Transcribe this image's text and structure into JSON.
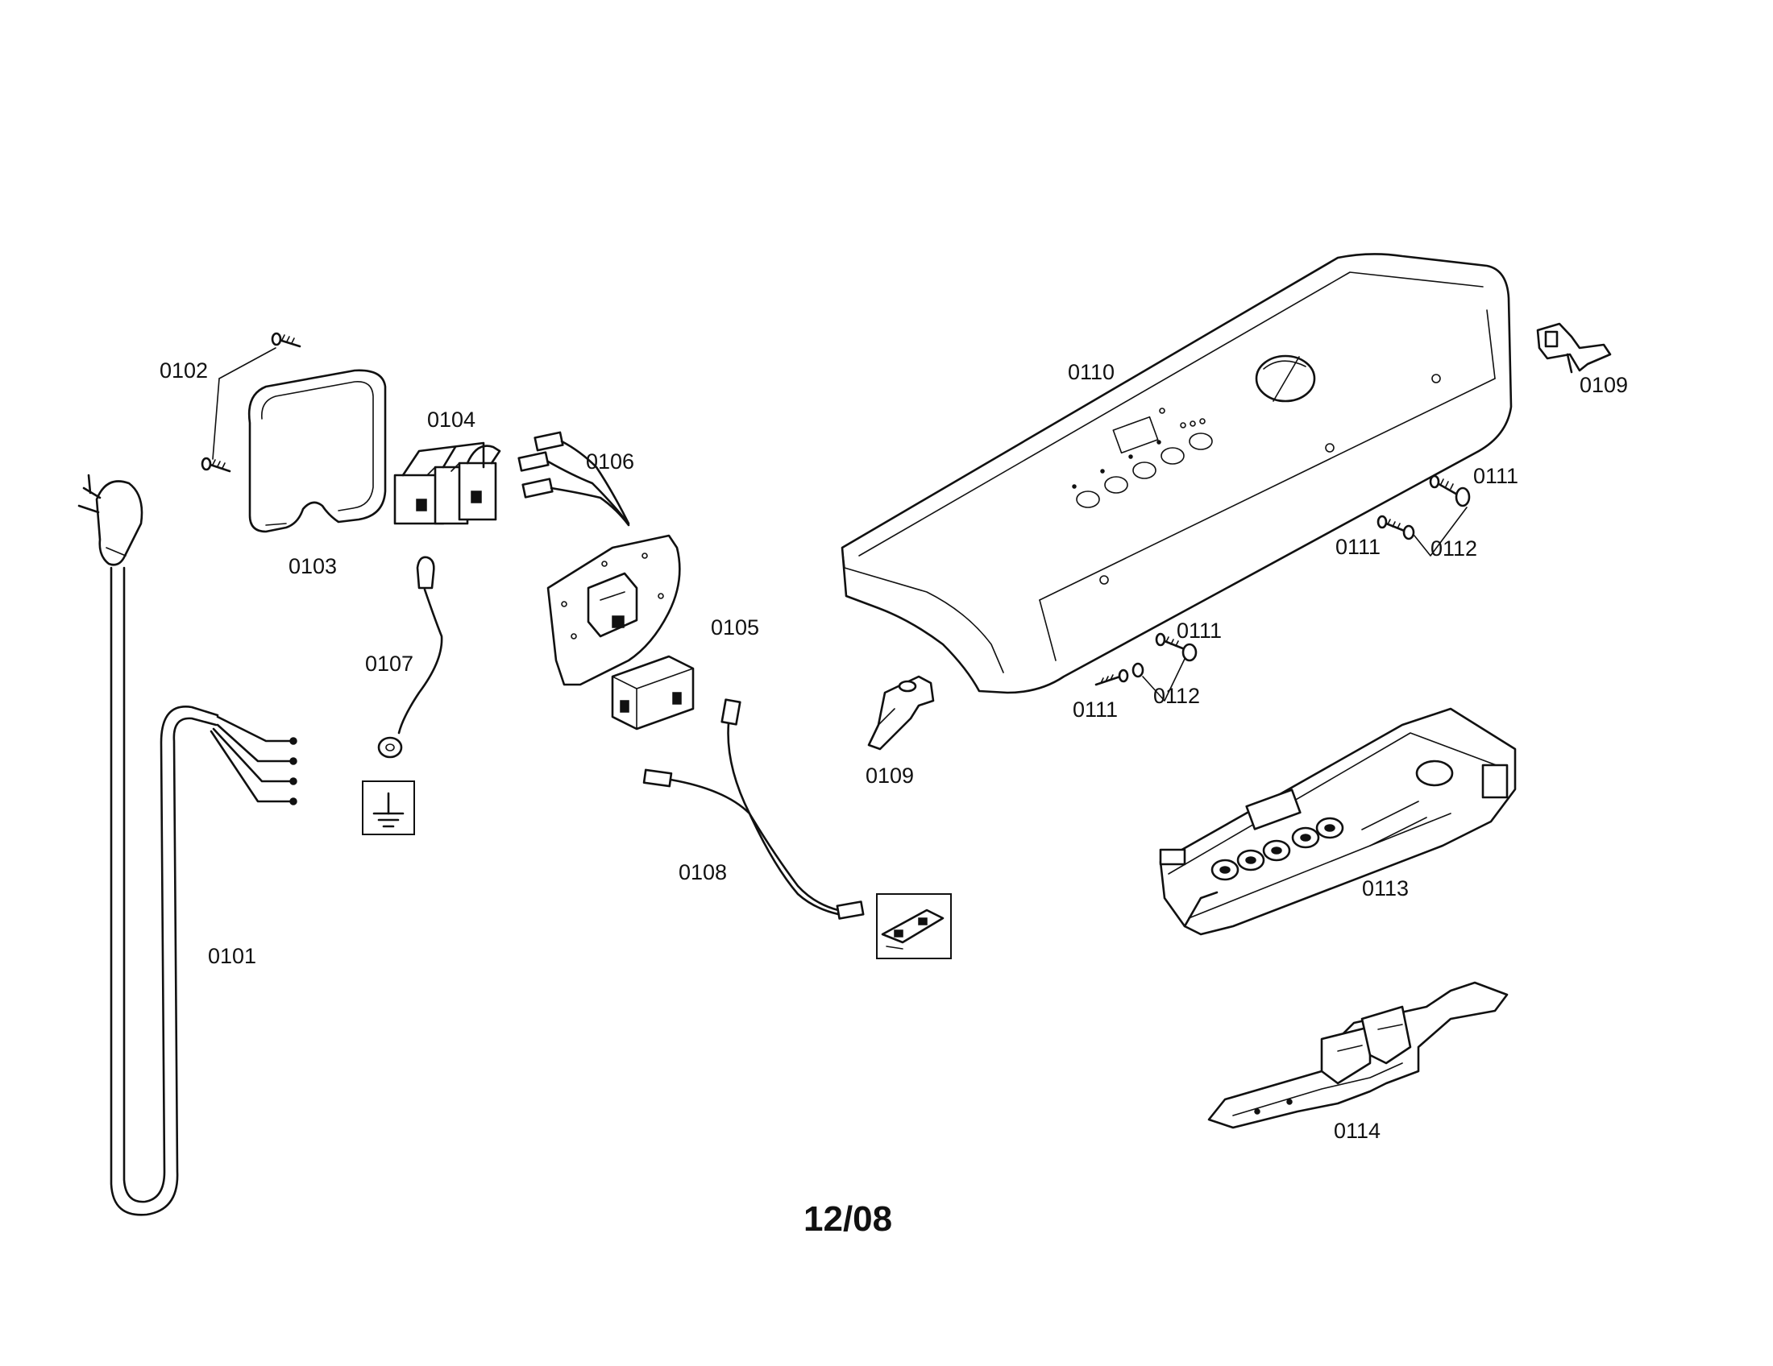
{
  "footer": {
    "date_code": "12/08"
  },
  "callouts": {
    "p0101": "0101",
    "p0102": "0102",
    "p0103": "0103",
    "p0104": "0104",
    "p0105": "0105",
    "p0106": "0106",
    "p0107": "0107",
    "p0108": "0108",
    "p0109_a": "0109",
    "p0109_b": "0109",
    "p0110": "0110",
    "p0111_a": "0111",
    "p0111_b": "0111",
    "p0111_c": "0111",
    "p0111_d": "0111",
    "p0112_a": "0112",
    "p0112_b": "0112",
    "p0113": "0113",
    "p0114": "0114"
  },
  "icons": {
    "ground_symbol": "ground-icon"
  }
}
